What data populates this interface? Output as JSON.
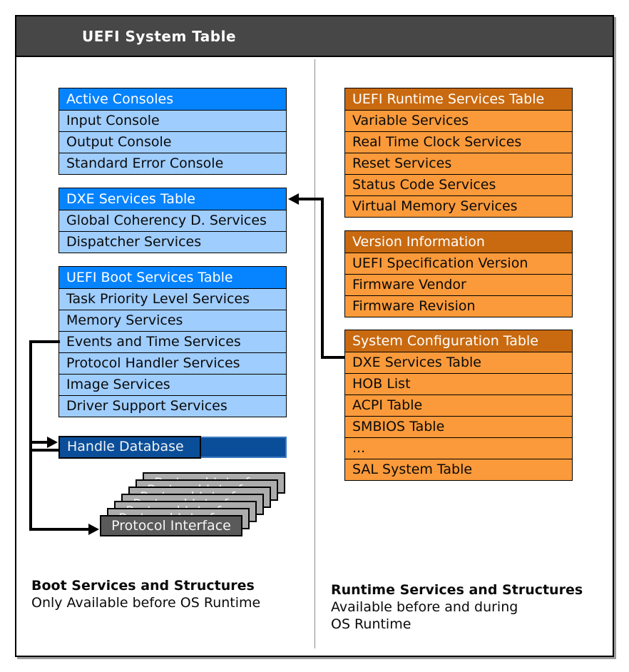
{
  "window": {
    "title": "UEFI System Table"
  },
  "colors": {
    "title_bar": "#474747",
    "blue_header": "#0683ff",
    "blue_row": "#9fcdfd",
    "orange_header": "#c96a10",
    "orange_row": "#fb9a3a",
    "handle_database_bar": "#0a4e9a",
    "protocol_front": "#5a5a5a",
    "protocol_back": "#acacac",
    "connector": "#000000"
  },
  "left_tables": [
    {
      "id": "active-consoles",
      "header": "Active Consoles",
      "rows": [
        "Input Console",
        "Output Console",
        "Standard Error Console"
      ]
    },
    {
      "id": "dxe-services-table",
      "header": "DXE Services Table",
      "rows": [
        "Global Coherency D. Services",
        "Dispatcher Services"
      ]
    },
    {
      "id": "uefi-boot-services-table",
      "header": "UEFI Boot Services Table",
      "rows": [
        "Task Priority Level Services",
        "Memory Services",
        "Events and Time Services",
        "Protocol Handler Services",
        "Image Services",
        "Driver Support Services"
      ]
    }
  ],
  "right_tables": [
    {
      "id": "uefi-runtime-services-table",
      "header": "UEFI Runtime Services Table",
      "rows": [
        "Variable Services",
        "Real Time Clock Services",
        "Reset Services",
        "Status Code Services",
        "Virtual Memory Services"
      ]
    },
    {
      "id": "version-information",
      "header": "Version Information",
      "rows": [
        "UEFI Specification Version",
        "Firmware Vendor",
        "Firmware Revision"
      ]
    },
    {
      "id": "system-configuration-table",
      "header": "System Configuration Table",
      "rows": [
        "DXE Services Table",
        "HOB List",
        "ACPI Table",
        "SMBIOS Table",
        "...",
        "SAL System Table"
      ]
    }
  ],
  "handle_database": {
    "label": "Handle Database"
  },
  "protocol_stack": {
    "label": "Protocol Interface",
    "count": 7
  },
  "captions": {
    "left": {
      "title": "Boot Services and Structures",
      "subtitle": "Only Available before OS Runtime"
    },
    "right": {
      "title": "Runtime Services and Structures",
      "subtitle_line1": "Available before and during",
      "subtitle_line2": "OS Runtime"
    }
  }
}
